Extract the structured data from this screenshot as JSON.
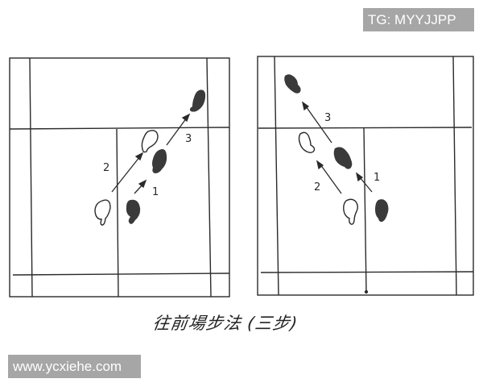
{
  "watermarks": {
    "top_right": "TG: MYYJJPP",
    "bottom_left": "www.ycxiehe.com"
  },
  "caption": "往前場步法 (三步)",
  "diagrams": [
    {
      "name": "left-court",
      "direction": "forward-right",
      "step_labels": [
        "1",
        "2",
        "3"
      ]
    },
    {
      "name": "right-court",
      "direction": "forward-left",
      "step_labels": [
        "1",
        "2",
        "3"
      ]
    }
  ],
  "colors": {
    "line": "#2a2a2a",
    "foot_filled": "#3a3a3a",
    "watermark_bg": "#a6a6a6",
    "watermark_text": "#ffffff"
  }
}
